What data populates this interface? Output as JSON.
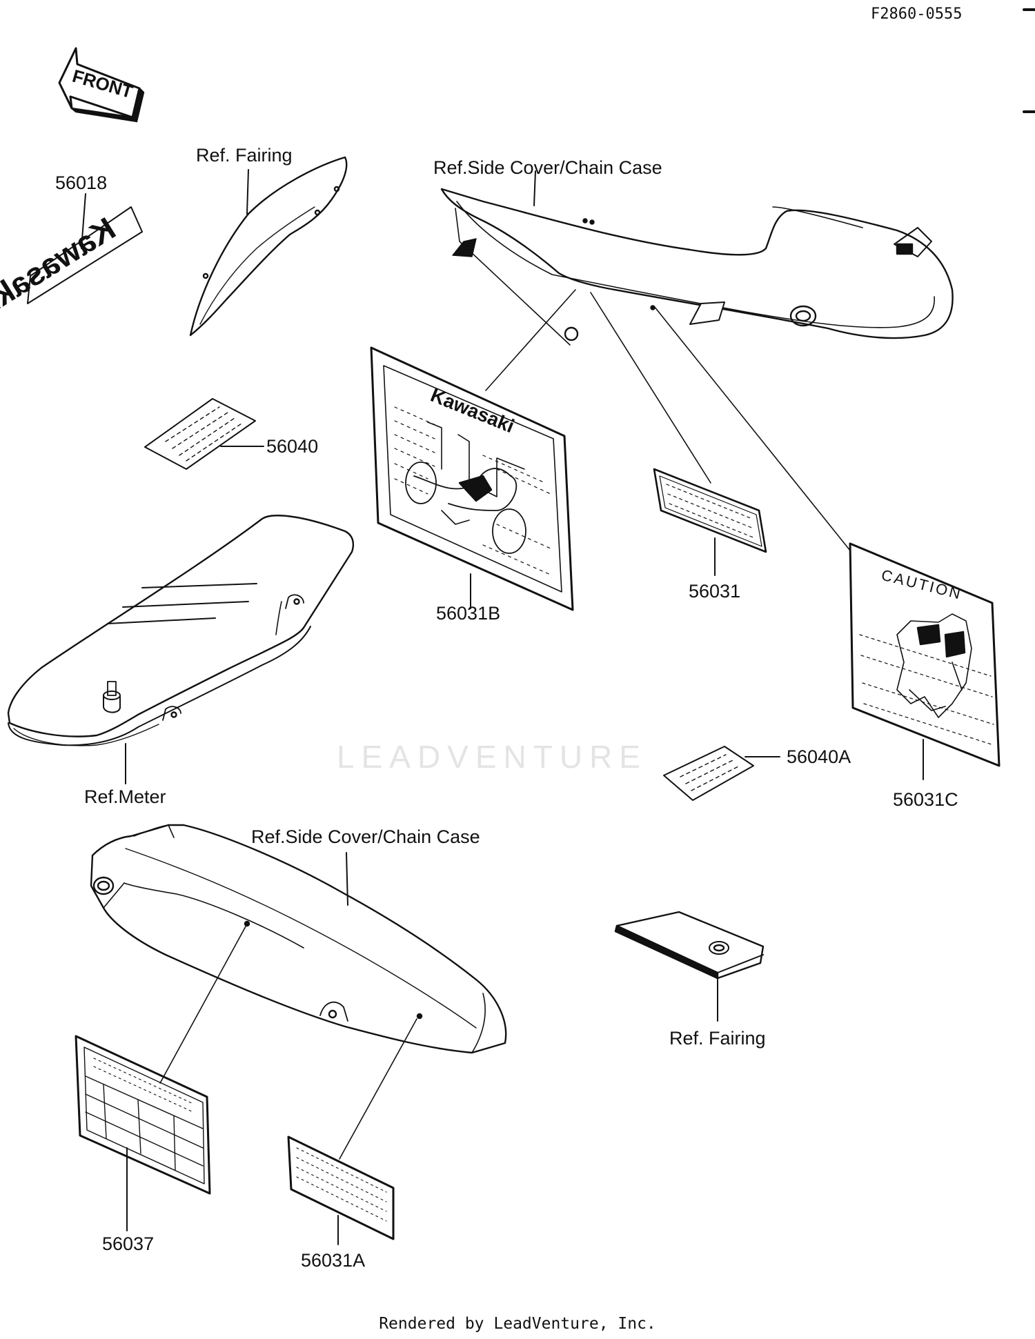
{
  "diagram_code": "F2860-0555",
  "front_arrow_label": "FRONT",
  "watermark": "LEADVENTURE",
  "footer": "Rendered by LeadVenture, Inc.",
  "labels": {
    "ref_fairing_top": "Ref. Fairing",
    "ref_side_cover_top": "Ref.Side Cover/Chain Case",
    "ref_meter": "Ref.Meter",
    "ref_side_cover_bottom": "Ref.Side Cover/Chain Case",
    "ref_fairing_bottom": "Ref. Fairing"
  },
  "parts": {
    "p56018": "56018",
    "p56040": "56040",
    "p56031B": "56031B",
    "p56031": "56031",
    "p56031C": "56031C",
    "p56040A": "56040A",
    "p56037": "56037",
    "p56031A": "56031A"
  },
  "decal_texts": {
    "brand": "Kawasaki",
    "caution": "CAUTION"
  }
}
